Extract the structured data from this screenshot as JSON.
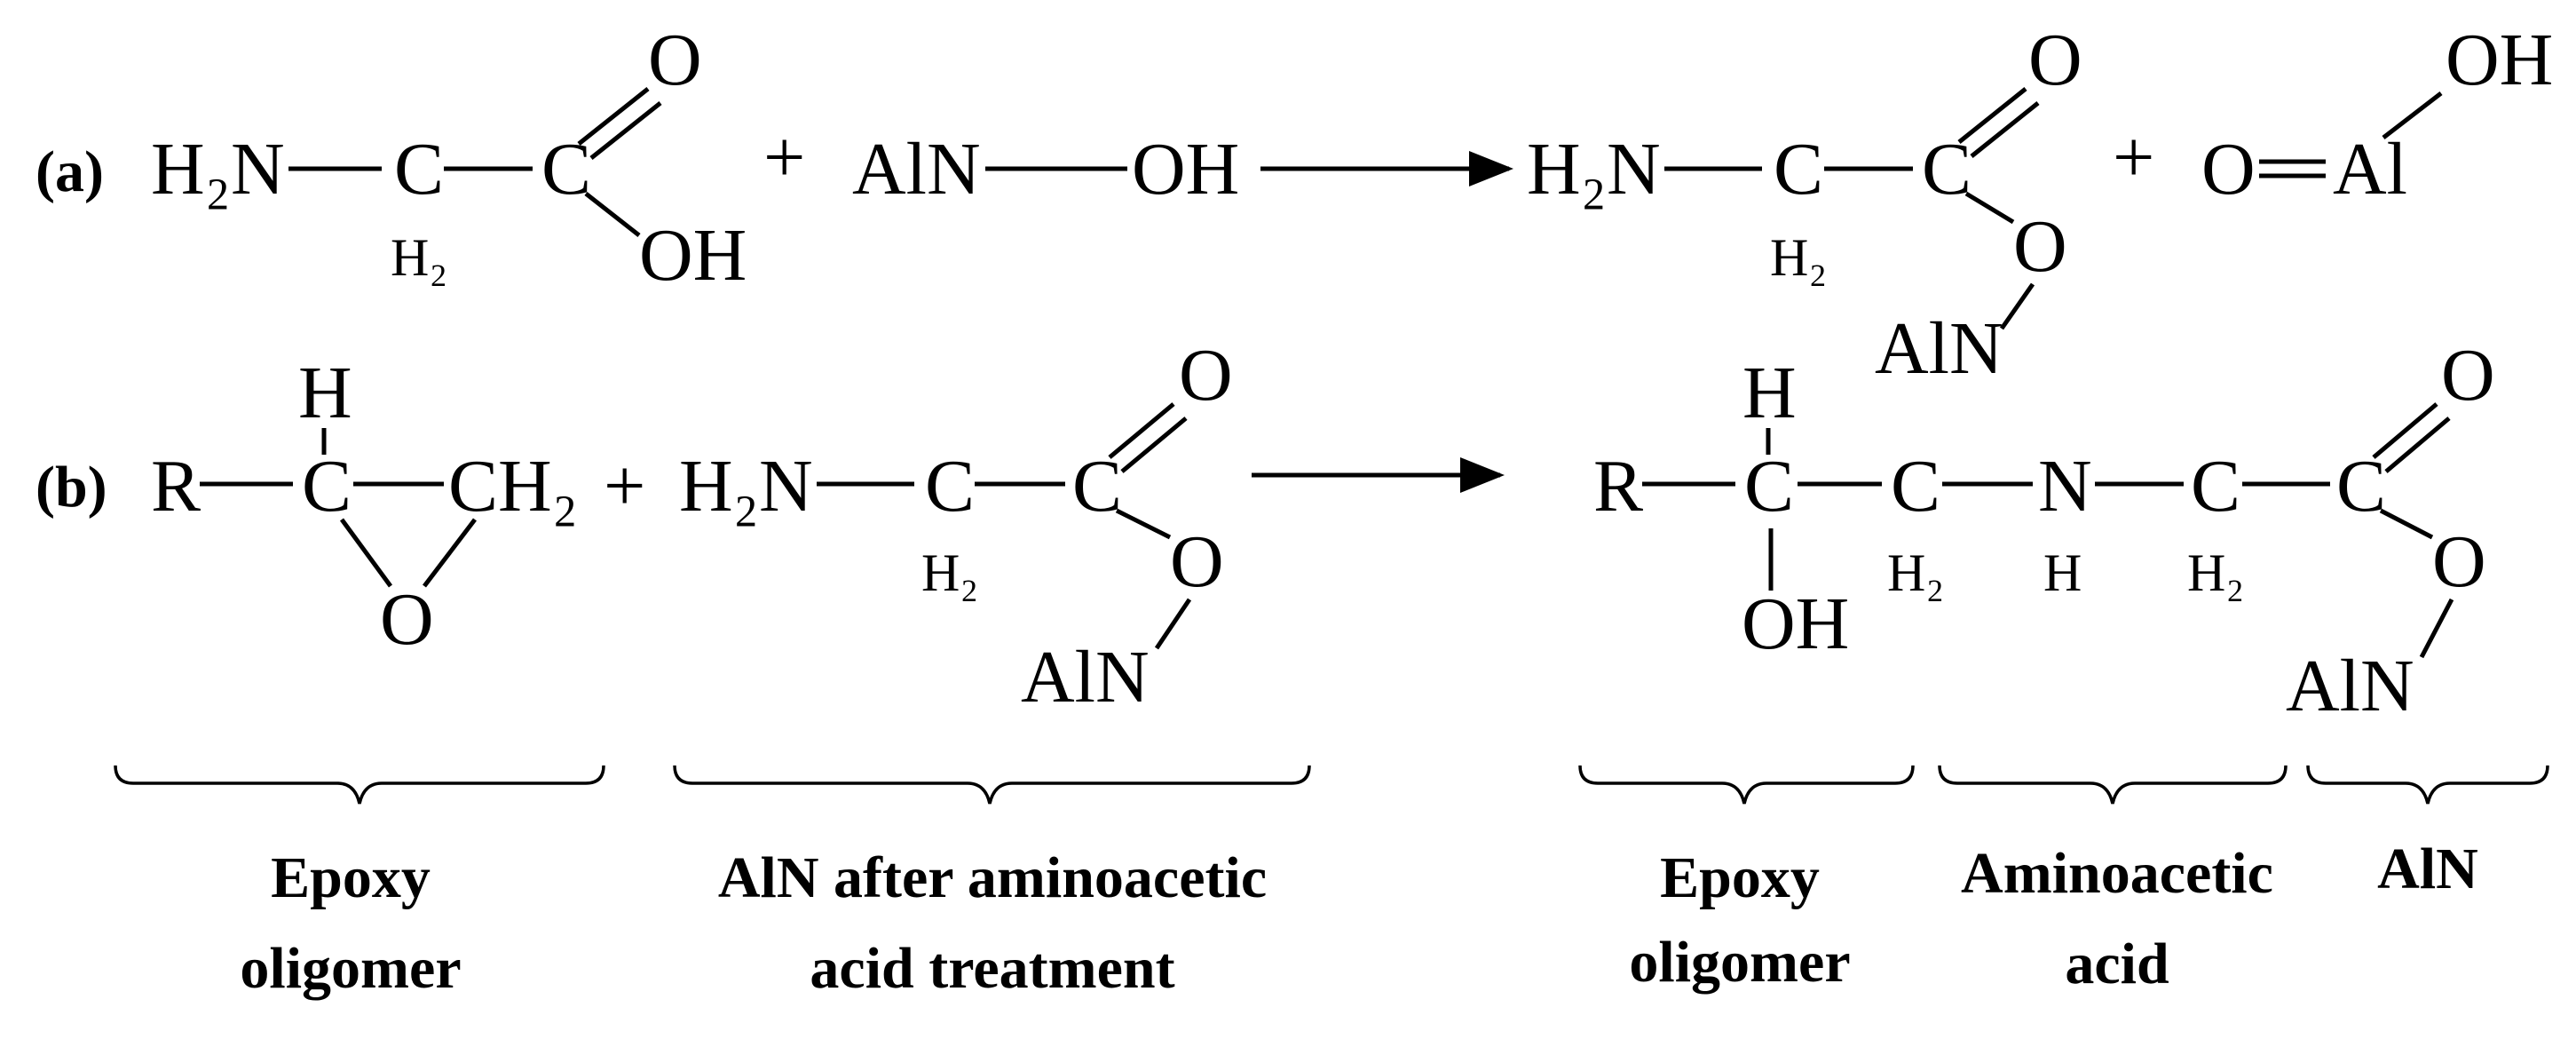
{
  "row_a": {
    "label": "(a)",
    "r1_h2n": "H₂N",
    "r1_ch2": "C",
    "r1_ch2_h": "H₂",
    "r1_c": "C",
    "r1_o": "O",
    "r1_oh": "OH",
    "plus1": "+",
    "r2_aln": "AlN",
    "r2_oh": "OH",
    "p1_h2n": "H₂N",
    "p1_ch2": "C",
    "p1_ch2_h": "H₂",
    "p1_c": "C",
    "p1_o_double": "O",
    "p1_o_single": "O",
    "p1_aln": "AlN",
    "plus2": "+",
    "p2_o": "O",
    "p2_al": "Al",
    "p2_oh": "OH"
  },
  "row_b": {
    "label": "(b)",
    "r1_r": "R",
    "r1_h": "H",
    "r1_c": "C",
    "r1_ch2": "CH₂",
    "r1_o": "O",
    "plus": "+",
    "r2_h2n": "H₂N",
    "r2_ch2": "C",
    "r2_ch2_h": "H₂",
    "r2_c": "C",
    "r2_o_double": "O",
    "r2_o_single": "O",
    "r2_aln": "AlN",
    "p_r": "R",
    "p_h": "H",
    "p_c1": "C",
    "p_oh": "OH",
    "p_c2": "C",
    "p_c2_h": "H₂",
    "p_n": "N",
    "p_n_h": "H",
    "p_c3": "C",
    "p_c3_h": "H₂",
    "p_c4": "C",
    "p_o_double": "O",
    "p_o_single": "O",
    "p_aln": "AlN"
  },
  "captions": {
    "epoxy_oligomer_left_1": "Epoxy",
    "epoxy_oligomer_left_2": "oligomer",
    "aln_treated_1": "AlN after aminoacetic",
    "aln_treated_2": "acid treatment",
    "epoxy_oligomer_right_1": "Epoxy",
    "epoxy_oligomer_right_2": "oligomer",
    "aminoacetic_acid_1": "Aminoacetic",
    "aminoacetic_acid_2": "acid",
    "aln": "AlN"
  }
}
